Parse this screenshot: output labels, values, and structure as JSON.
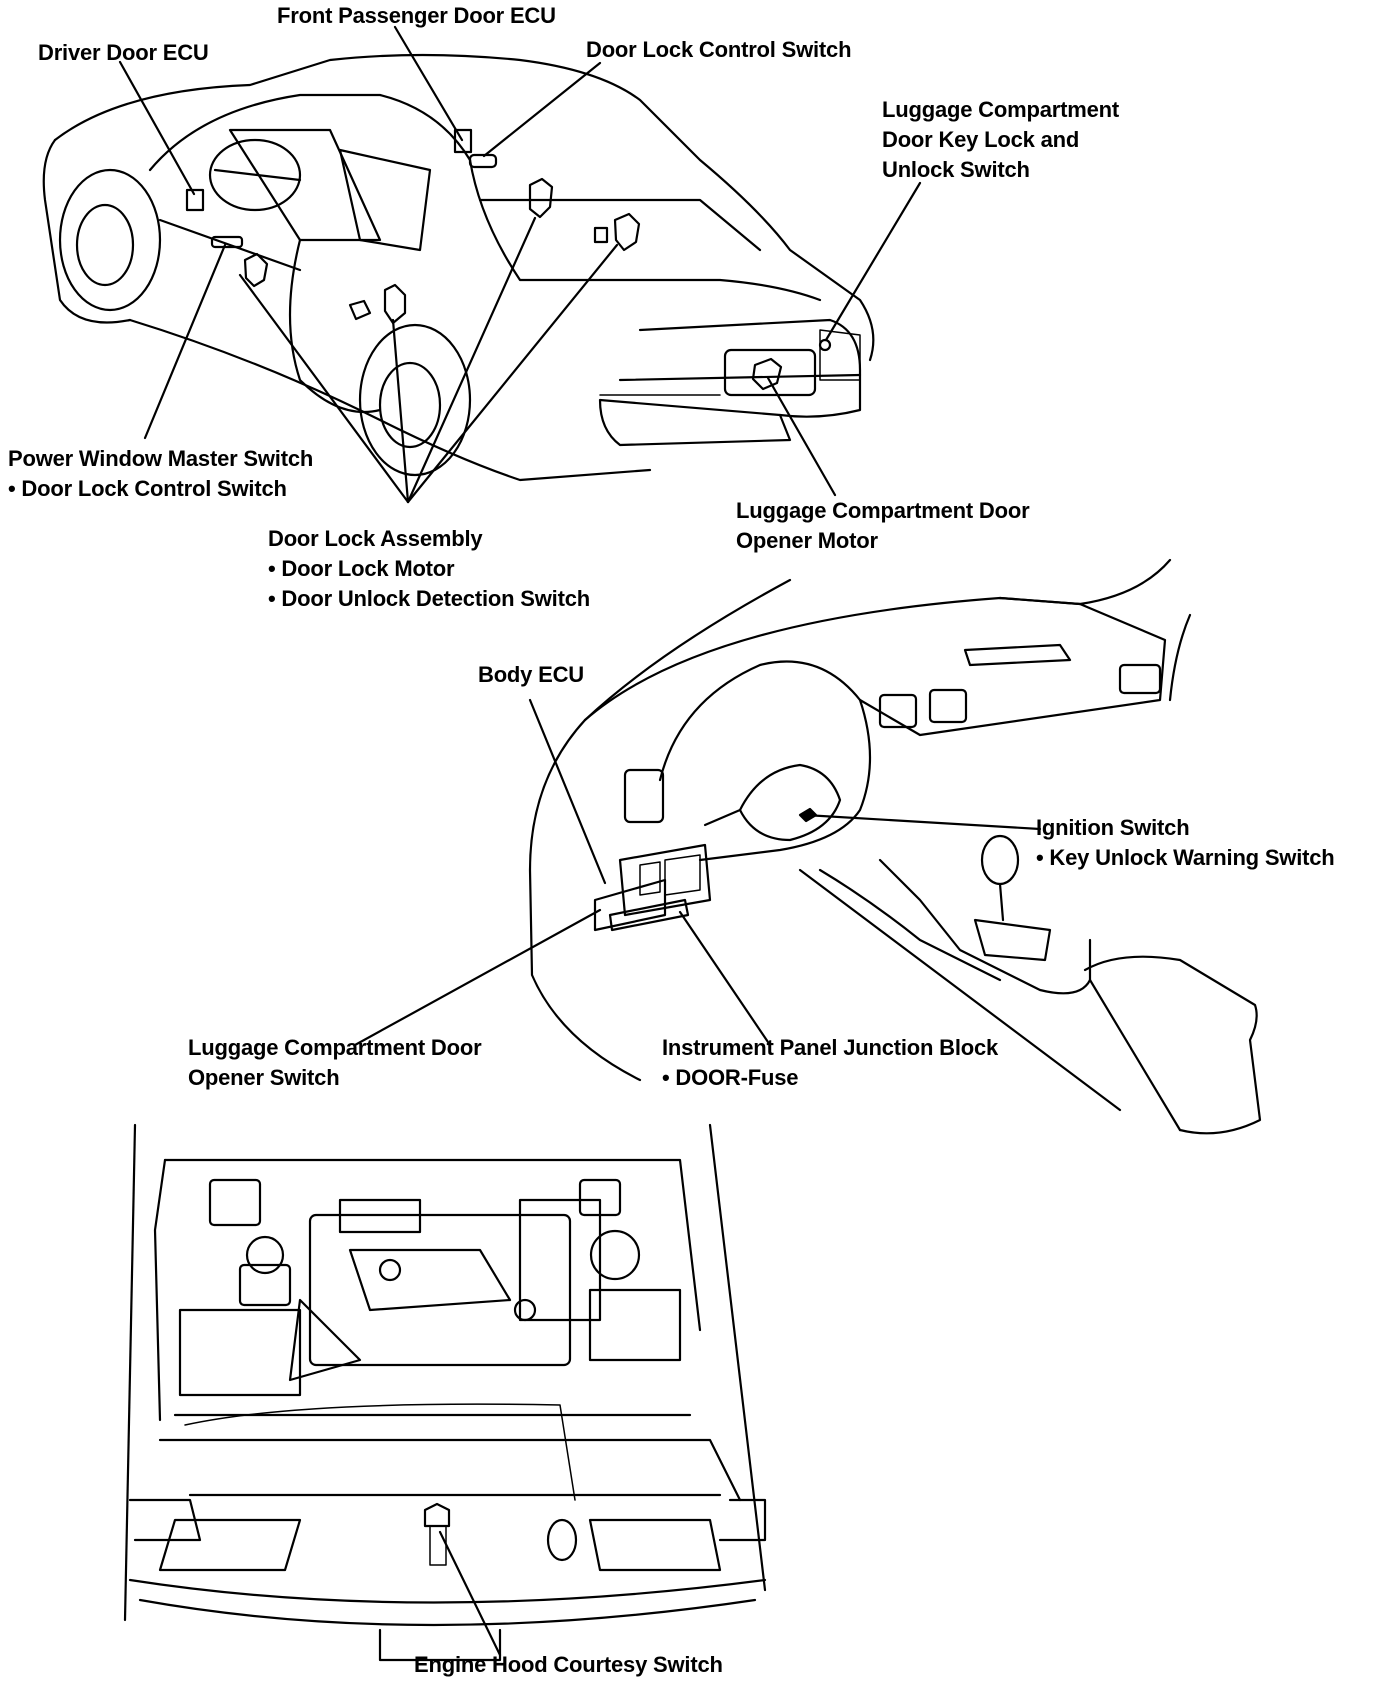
{
  "labels": {
    "front_passenger_door_ecu": "Front Passenger Door ECU",
    "driver_door_ecu": "Driver Door ECU",
    "door_lock_control_switch": "Door Lock Control Switch",
    "luggage_key_lock_switch": [
      "Luggage Compartment",
      "Door Key Lock and",
      "Unlock Switch"
    ],
    "power_window_master_switch": [
      "Power Window Master Switch",
      "Door Lock Control Switch"
    ],
    "door_lock_assembly": [
      "Door Lock Assembly",
      "Door Lock Motor",
      "Door Unlock Detection Switch"
    ],
    "luggage_opener_motor": [
      "Luggage Compartment Door",
      "Opener Motor"
    ],
    "body_ecu": "Body ECU",
    "ignition_switch": [
      "Ignition Switch",
      "Key Unlock Warning Switch"
    ],
    "luggage_opener_switch": [
      "Luggage Compartment Door",
      "Opener Switch"
    ],
    "instrument_panel_junction_block": [
      "Instrument Panel Junction Block",
      "DOOR-Fuse"
    ],
    "engine_hood_courtesy_switch": "Engine Hood Courtesy Switch"
  }
}
